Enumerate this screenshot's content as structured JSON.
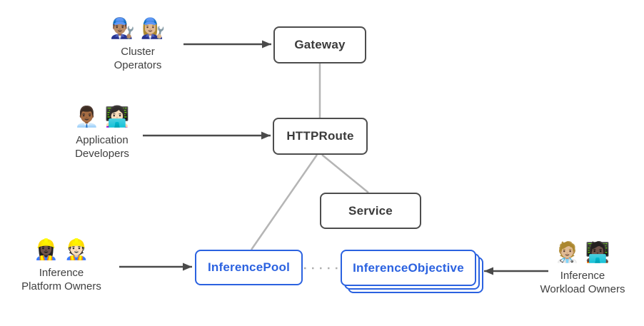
{
  "diagram": {
    "nodes": {
      "gateway": {
        "label": "Gateway"
      },
      "httproute": {
        "label": "HTTPRoute"
      },
      "service": {
        "label": "Service"
      },
      "inference_pool": {
        "label": "InferencePool"
      },
      "inference_objective": {
        "label": "InferenceObjective"
      }
    },
    "personas": {
      "cluster_operators": {
        "emojis": "👨🏽‍🔧 👩🏼‍🔧",
        "line1": "Cluster",
        "line2": "Operators"
      },
      "application_developers": {
        "emojis": "👨🏾‍💼 👩🏻‍💻",
        "line1": "Application",
        "line2": "Developers"
      },
      "inference_platform_owners": {
        "emojis": "👷🏿‍♀️ 👷🏻",
        "line1": "Inference",
        "line2": "Platform Owners"
      },
      "inference_workload_owners": {
        "emojis": "🧑🏼‍⚕️ 🧑🏿‍💻",
        "line1": "Inference",
        "line2": "Workload Owners"
      }
    },
    "edges": [
      {
        "from": "cluster_operators",
        "to": "gateway",
        "style": "dark-arrow"
      },
      {
        "from": "application_developers",
        "to": "httproute",
        "style": "dark-arrow"
      },
      {
        "from": "inference_platform_owners",
        "to": "inference_pool",
        "style": "dark-arrow"
      },
      {
        "from": "inference_workload_owners",
        "to": "inference_objective",
        "style": "dark-arrow"
      },
      {
        "from": "gateway",
        "to": "httproute",
        "style": "gray-line"
      },
      {
        "from": "httproute",
        "to": "service",
        "style": "gray-line"
      },
      {
        "from": "httproute",
        "to": "inference_pool",
        "style": "gray-line"
      },
      {
        "from": "inference_pool",
        "to": "inference_objective",
        "style": "gray-dotted"
      }
    ],
    "colors": {
      "node_border_dark": "#4d4d4d",
      "node_text_dark": "#3b3b3b",
      "accent_blue": "#2b62e0",
      "edge_gray": "#b5b5b5",
      "arrow_dark": "#4a4a4a",
      "background": "#ffffff"
    }
  }
}
